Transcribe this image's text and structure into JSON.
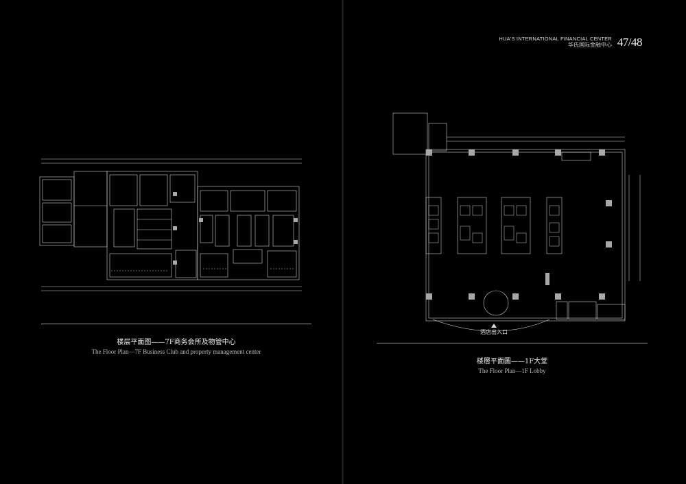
{
  "header": {
    "brand_en": "HUA'S INTERNATIONAL FINANCIAL CENTER",
    "brand_cn": "华氏国际金融中心",
    "page_number": "47/48"
  },
  "left_plan": {
    "caption_cn": "楼层平面图——7F商务会所及物管中心",
    "caption_en": "The Floor Plan—7F Business Club and property management center"
  },
  "right_plan": {
    "caption_cn": "楼層平面圖——1F大堂",
    "caption_en": "The Floor Plan—1F Lobby",
    "entrance_label": "酒店出入口"
  },
  "colors": {
    "background": "#000000",
    "lines": "#cfcfcf",
    "columns": "#a8a8a8"
  }
}
